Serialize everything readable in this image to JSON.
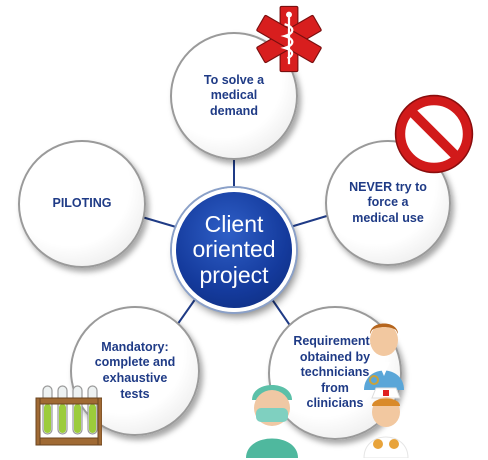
{
  "center": {
    "label": "Client\noriented\nproject",
    "color": "#143a9c"
  },
  "nodes": [
    {
      "id": "solve",
      "label": "To solve a\nmedical\ndemand"
    },
    {
      "id": "never",
      "label": "NEVER try to\nforce a\nmedical use"
    },
    {
      "id": "requirements",
      "label": "Requirements\nobtained by\ntechnicians\nfrom\nclinicians"
    },
    {
      "id": "mandatory",
      "label": "Mandatory:\ncomplete and\nexhaustive\ntests"
    },
    {
      "id": "piloting",
      "label": "PILOTING"
    }
  ],
  "icons": [
    {
      "id": "star-of-life",
      "name": "star-of-life-icon",
      "color": "#d81e1e"
    },
    {
      "id": "prohibition",
      "name": "prohibition-sign-icon",
      "color": "#d11a1a"
    },
    {
      "id": "doctors",
      "name": "medical-staff-icon"
    },
    {
      "id": "test-tubes",
      "name": "test-tubes-icon",
      "color": "#9ccc3b"
    }
  ],
  "colors": {
    "text": "#1f3b86",
    "line": "#1f3b86",
    "node_border": "#9a9a9a"
  }
}
